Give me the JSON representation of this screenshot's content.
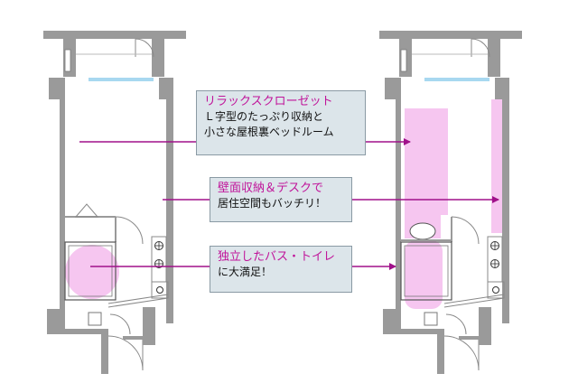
{
  "colors": {
    "wall": "#9a9a9a",
    "window": "#a8d8f0",
    "pink": "#f6c6f0",
    "arrow": "#a0108a",
    "highlight_text": "#c0149a",
    "callout_bg": "#dce5ea"
  },
  "callouts": [
    {
      "headline": "リラックスクローゼット",
      "lines": [
        "Ｌ字型のたっぷり収納と",
        "小さな屋根裏ベッドルーム"
      ]
    },
    {
      "headline": "壁面収納＆デスクで",
      "lines": [
        "居住空間もバッチリ！"
      ]
    },
    {
      "headline": "独立したバス・トイレ",
      "lines": [
        "に大満足！"
      ]
    }
  ]
}
